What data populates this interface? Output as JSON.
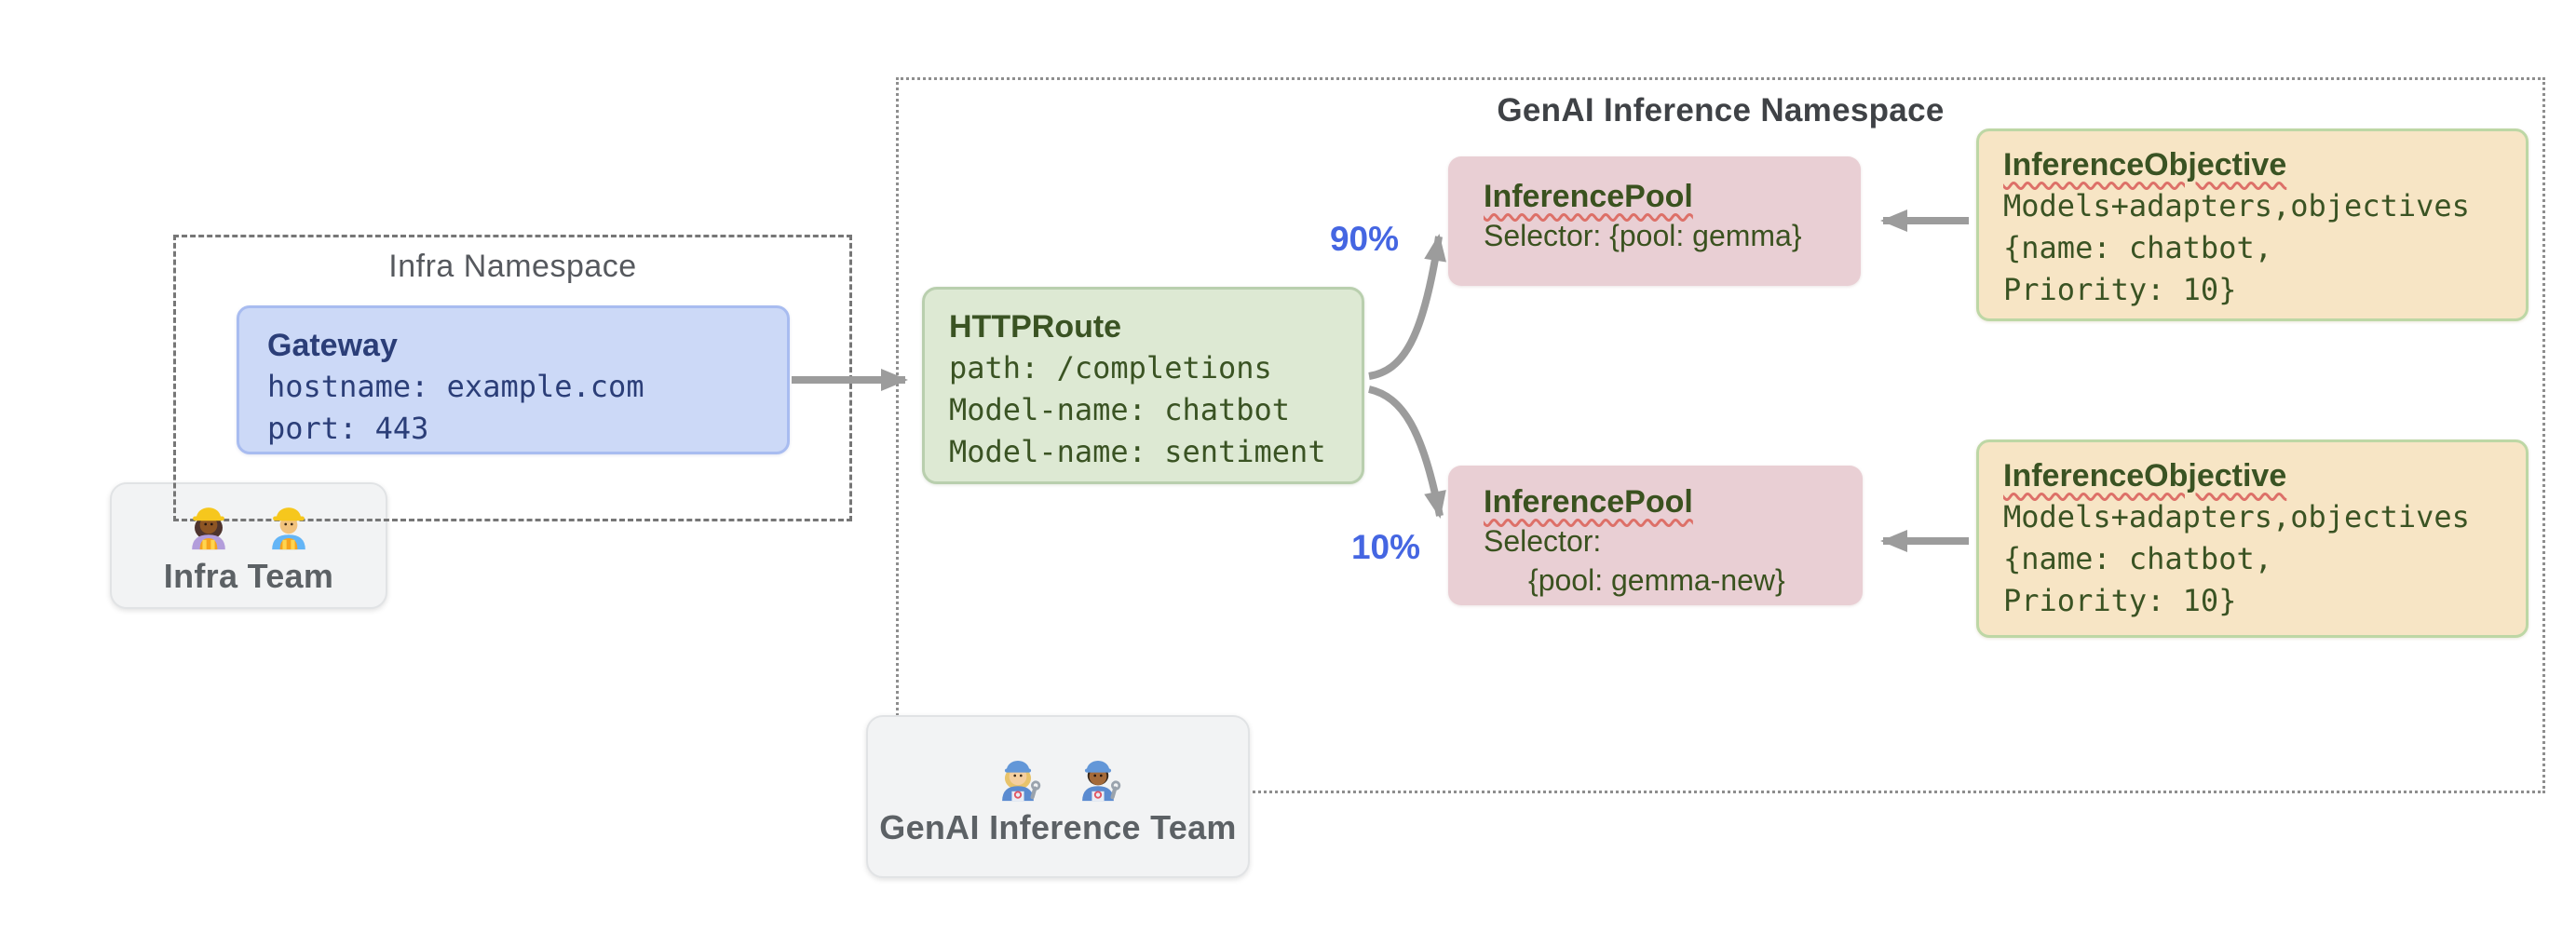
{
  "infra_namespace": {
    "label": "Infra Namespace"
  },
  "gateway": {
    "title": "Gateway",
    "lines": [
      "hostname: example.com",
      "port: 443"
    ]
  },
  "infra_team": {
    "label": "Infra Team",
    "icons": [
      "construction-worker-woman-emoji",
      "construction-worker-man-emoji"
    ]
  },
  "genai_namespace": {
    "label": "GenAI Inference Namespace"
  },
  "httproute": {
    "title": "HTTPRoute",
    "lines": [
      "path: /completions",
      "Model-name: chatbot",
      "Model-name: sentiment"
    ]
  },
  "routes": {
    "top_weight": "90%",
    "bottom_weight": "10%"
  },
  "inference_pool_top": {
    "title": "InferencePool",
    "lines": [
      "Selector: {pool: gemma}"
    ]
  },
  "inference_pool_bottom": {
    "title": "InferencePool",
    "lines": [
      "Selector:",
      "{pool: gemma-new}"
    ]
  },
  "inference_objective_top": {
    "title": "InferenceObjective",
    "lines": [
      "Models+adapters,objectives",
      "{name: chatbot,",
      "Priority: 10}"
    ]
  },
  "inference_objective_bottom": {
    "title": "InferenceObjective",
    "lines": [
      "Models+adapters,objectives",
      "{name: chatbot,",
      "Priority: 10}"
    ]
  },
  "genai_team": {
    "label": "GenAI Inference Team",
    "icons": [
      "mechanic-woman-emoji",
      "mechanic-man-emoji"
    ]
  },
  "palette": {
    "arrow_gray": "#9c9c9c",
    "weight_blue": "#4566e2",
    "gateway_bg": "#ccd9f7",
    "gateway_border": "#a8bcf0",
    "gateway_text": "#2b3e78",
    "route_bg": "#dde9d3",
    "route_border": "#b9cfae",
    "green_text": "#3a5323",
    "pool_bg": "#e9cfd4",
    "objective_bg": "#f7e5c5",
    "objective_border": "#bdd7a5",
    "team_bg": "#f2f3f4",
    "team_label": "#5c6165",
    "namespace_label": "#56595e",
    "spellcheck_underline": "#dd7068"
  }
}
